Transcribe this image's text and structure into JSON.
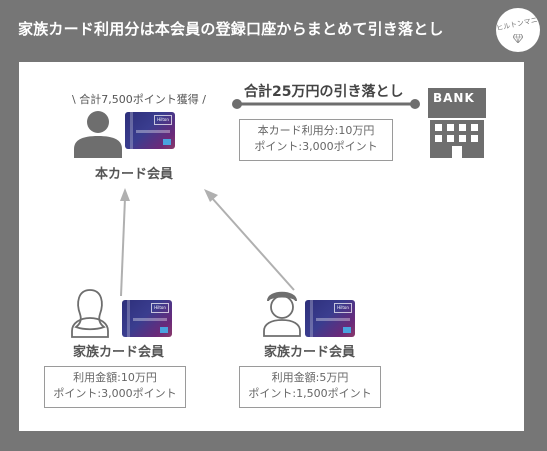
{
  "header": {
    "title": "家族カード利用分は本会員の登録口座からまとめて引き落とし",
    "logo_text": "ヒルトンマニア"
  },
  "main_member": {
    "points_earned": "\\ 合計7,500ポイント獲得 /",
    "label": "本カード会員",
    "card_brand": "Hilton"
  },
  "settlement": {
    "total_label": "合計25万円の引き落とし",
    "bank_label": "BANK",
    "usage_line1": "本カード利用分:10万円",
    "usage_line2": "ポイント:3,000ポイント"
  },
  "family_members": [
    {
      "label": "家族カード会員",
      "usage_line1": "利用金額:10万円",
      "usage_line2": "ポイント:3,000ポイント",
      "avatar": "woman-icon"
    },
    {
      "label": "家族カード会員",
      "usage_line1": "利用金額:5万円",
      "usage_line2": "ポイント:1,500ポイント",
      "avatar": "man-icon"
    }
  ],
  "colors": {
    "background": "#767676",
    "panel": "#ffffff",
    "icon_gray": "#6e6e6e",
    "arrow_gray": "#b0b0b0"
  }
}
